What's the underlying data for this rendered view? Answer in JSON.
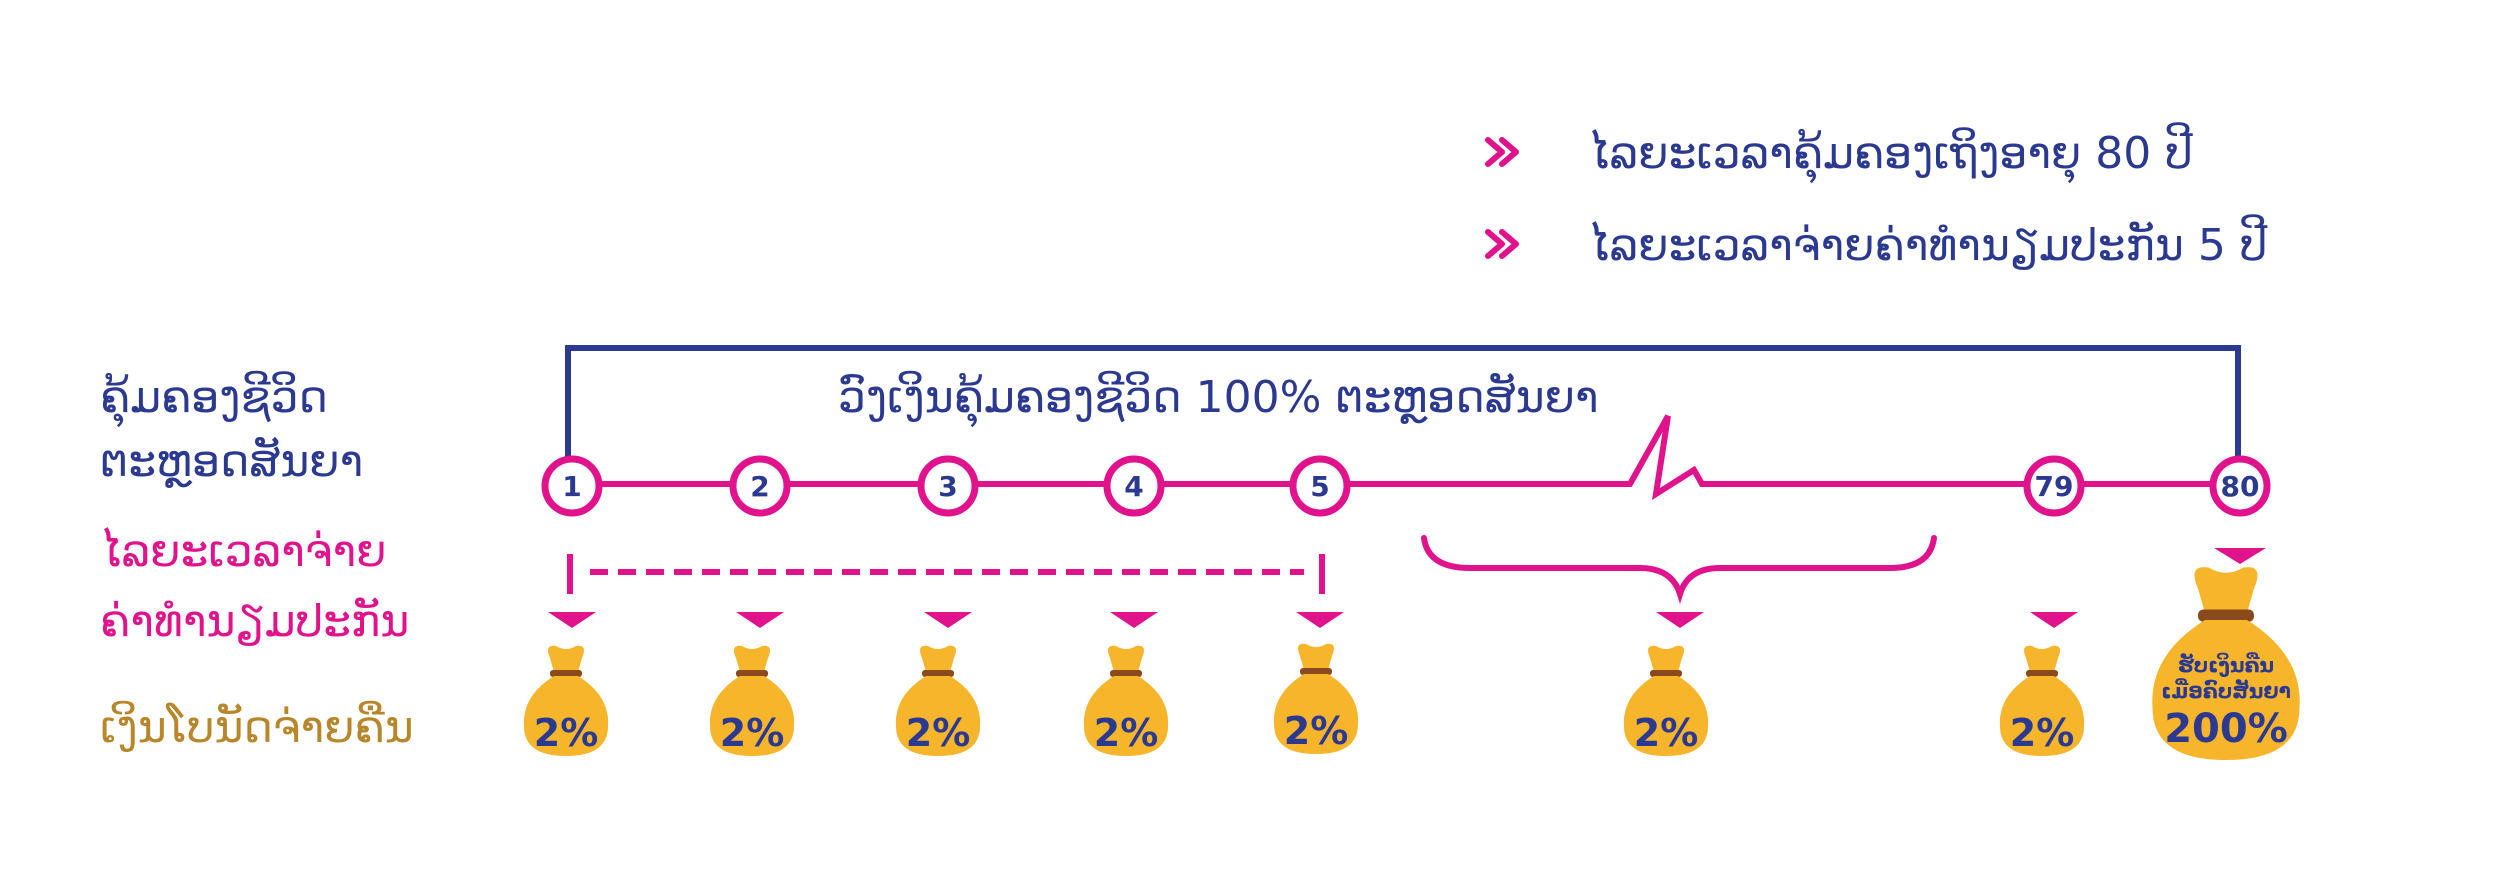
{
  "legend": {
    "items": [
      {
        "label": "ໄລຍະເວລາຄຸ້ມຄອງເຖິງອາຍຸ 80 ປີ"
      },
      {
        "label": "ໄລຍະເວລາຈ່າຍຄ່າທຳນຽມປະກັນ 5 ປີ"
      }
    ]
  },
  "row_labels": {
    "coverage_line1": "ຄຸ້ມຄອງຊີວິດ",
    "coverage_line2": "ຕະຫຼອດສັນຍາ",
    "payment_line1": "ໄລຍະເວລາຈ່າຍ",
    "payment_line2": "ຄ່າທຳນຽມປະກັນ",
    "refund": "ເງິນໂບນັດຈ່າຍຄືນ"
  },
  "coverage_text": "ວົງເງິນຄຸ້ມຄອງຊີວິດ 100% ຕະຫຼອດສັນຍາ",
  "years": [
    "1",
    "2",
    "3",
    "4",
    "5",
    "79",
    "80"
  ],
  "bags": [
    "2%",
    "2%",
    "2%",
    "2%",
    "2%",
    "2%",
    "2%"
  ],
  "final_bag": {
    "note_line1": "ຮັບເງິນຄືນ",
    "note_line2": "ເມື່ອຄົບສັນຍາ",
    "value": "200%"
  },
  "colors": {
    "navy": "#2b3990",
    "pink": "#e0138c",
    "gold": "#f7b52c",
    "gold_dark": "#b8862b",
    "bag_tie": "#8a4a1c"
  },
  "icons": {
    "legend_bullet": "double-chevron-right-icon",
    "bag": "money-bag-icon"
  }
}
